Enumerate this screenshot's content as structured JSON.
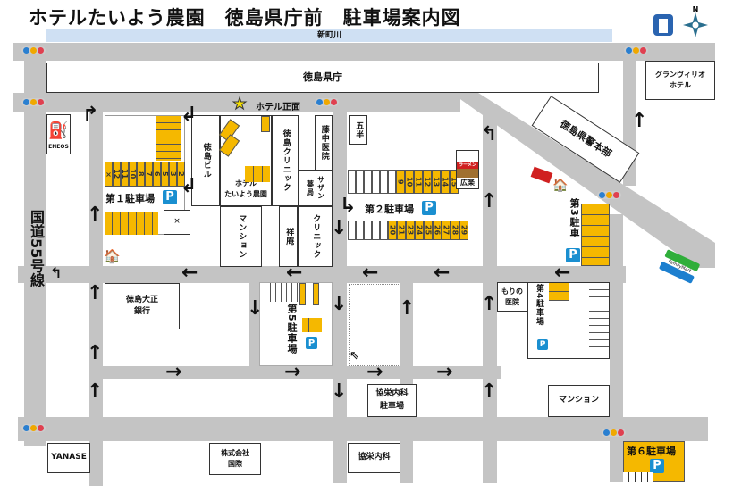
{
  "title": "ホテルたいよう農園　徳島県庁前　駐車場案内図",
  "colors": {
    "road": "#c4c4c4",
    "stall": "#f5b800",
    "parking_badge": "#1a8fd0",
    "river": "#cfe0f3"
  },
  "icons": [
    "compass-rose-icon",
    "tokushima-emblem-icon",
    "gas-station-icon",
    "traffic-light-icon",
    "star-icon",
    "parking-icon",
    "house-icon",
    "familymart-icon",
    "ramen-shop-icon"
  ],
  "river": "新町川",
  "landmarks": {
    "prefecture_office": "徳島県庁",
    "granvirio": "グランヴィリオ\nホテル",
    "police": "徳島県警本部",
    "eneos": "ENEOS",
    "hotel_front": "ホテル正面",
    "tokushima_bldg": "徳島ビル",
    "hotel": "ホテル\nたいよう農園",
    "tokushima_clinic": "徳島クリニック",
    "fujinaka": "藤中医院",
    "southern": "サザン\n薬局",
    "mansion1": "マンション",
    "shoan": "祥庵",
    "clinic": "クリニック",
    "gohan": "五半",
    "koraku": "広楽",
    "ramen_sign": "ラーメン",
    "familymart": "FamilyMart",
    "bank": "徳島大正\n銀行",
    "morino": "もりの\n医院",
    "kyoei_parking": "協栄内科\n駐車場",
    "mansion2": "マンション",
    "yanase": "YANASE",
    "kokusai": "株式会社\n国際",
    "kyoei": "協栄内科",
    "route55": "国道55号線"
  },
  "parking": {
    "p1": {
      "label": "第１駐車場",
      "stalls": [
        "×",
        "12",
        "11",
        "10",
        "8",
        "7",
        "6",
        "5",
        "3",
        "2"
      ]
    },
    "p2": {
      "label": "第２駐車場",
      "top_stalls": [
        "9",
        "10",
        "11",
        "12",
        "13",
        "14",
        "15"
      ],
      "bottom_stalls": [
        "20",
        "21",
        "23",
        "24",
        "25",
        "26",
        "27",
        "28",
        "29"
      ]
    },
    "p3": {
      "label": "第3駐車"
    },
    "p4": {
      "label": "第4駐車場"
    },
    "p5": {
      "label": "第5駐車場"
    },
    "p6": {
      "label": "第６駐車場"
    },
    "badge": "P"
  },
  "compass_n": "N"
}
